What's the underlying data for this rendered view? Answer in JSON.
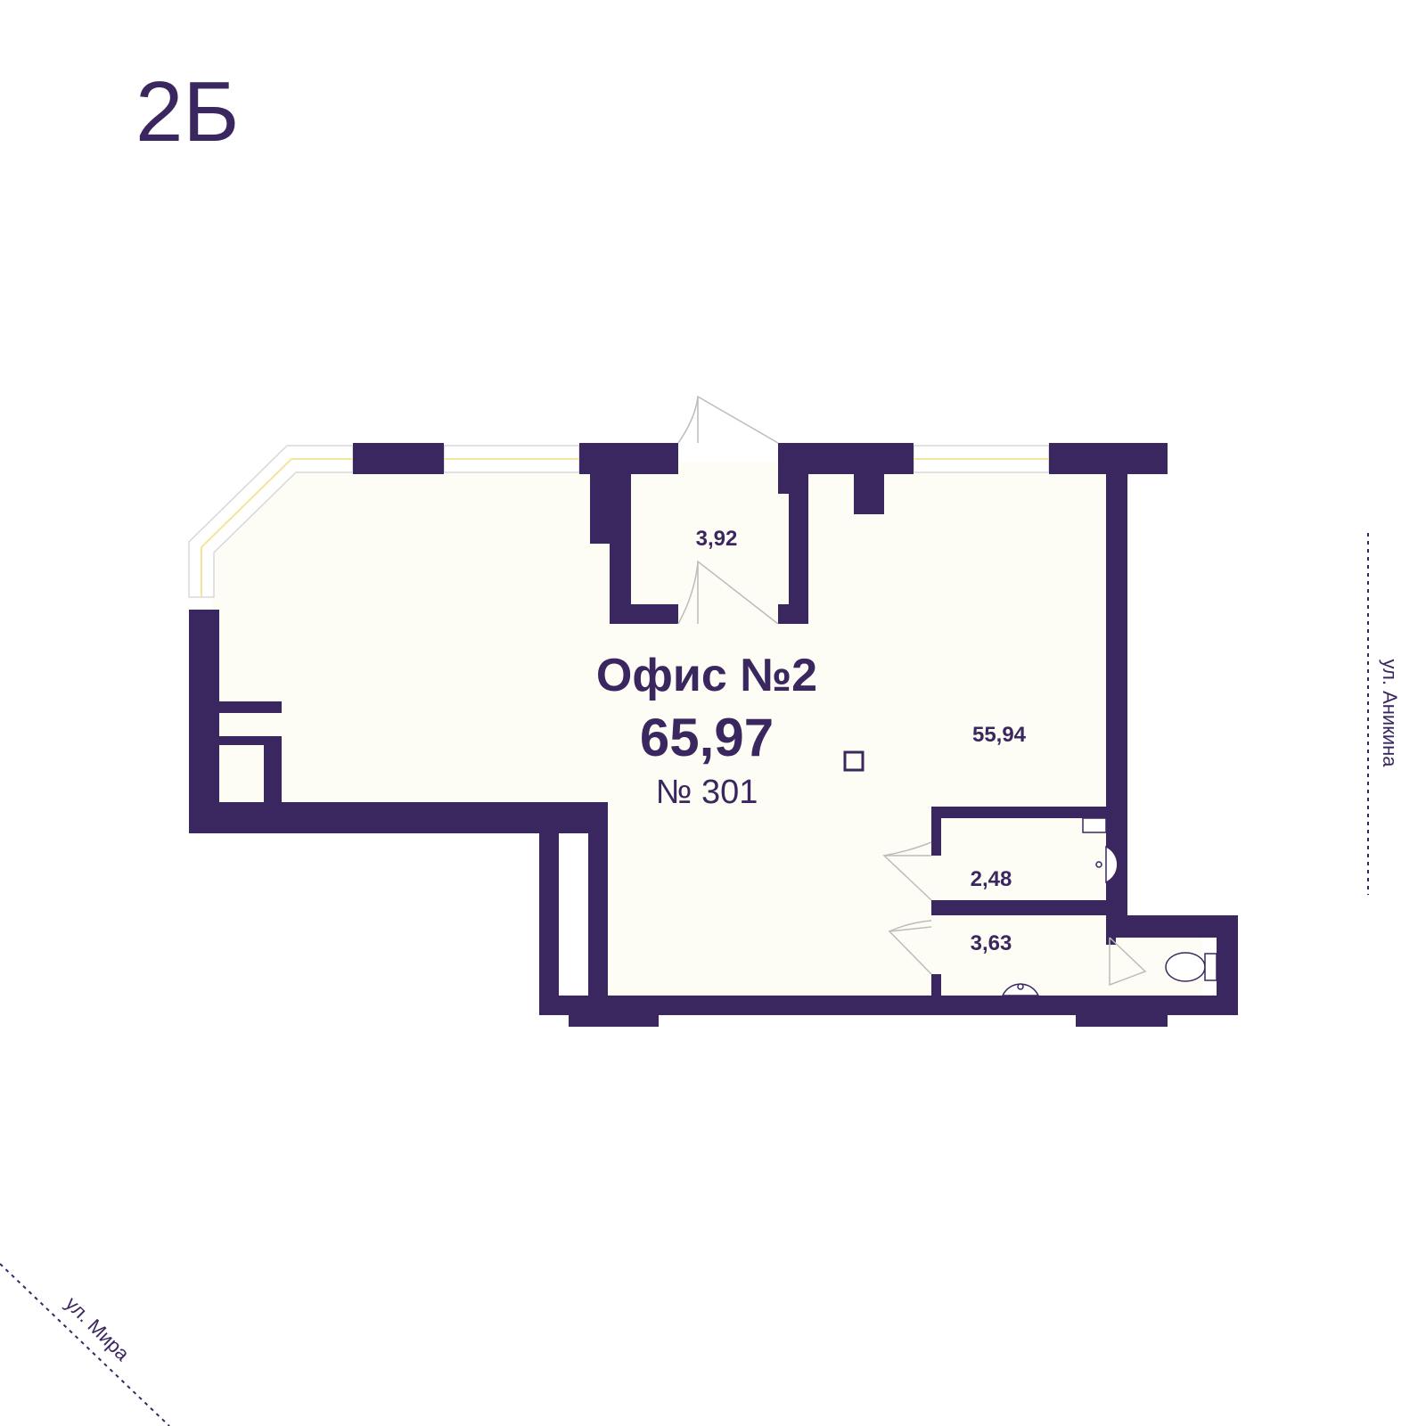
{
  "section": {
    "label": "2Б"
  },
  "office": {
    "title": "Офис №2",
    "total_area": "65,97",
    "number": "№ 301"
  },
  "rooms": [
    {
      "id": "main",
      "area": "55,94"
    },
    {
      "id": "vestibule",
      "area": "3,92"
    },
    {
      "id": "bathroom-1",
      "area": "2,48"
    },
    {
      "id": "bathroom-2",
      "area": "3,63"
    }
  ],
  "streets": {
    "east": "ул. Аникина",
    "southwest": "ул. Мира"
  },
  "icons": [
    "door-swing-icon",
    "sink-icon",
    "toilet-icon",
    "column-marker-icon"
  ],
  "colors": {
    "wall": "#3b275f",
    "floor": "#fefdf5",
    "window_line": "#f3e69a",
    "window_outline": "#d8d8d8",
    "street_line": "#3b275f"
  }
}
